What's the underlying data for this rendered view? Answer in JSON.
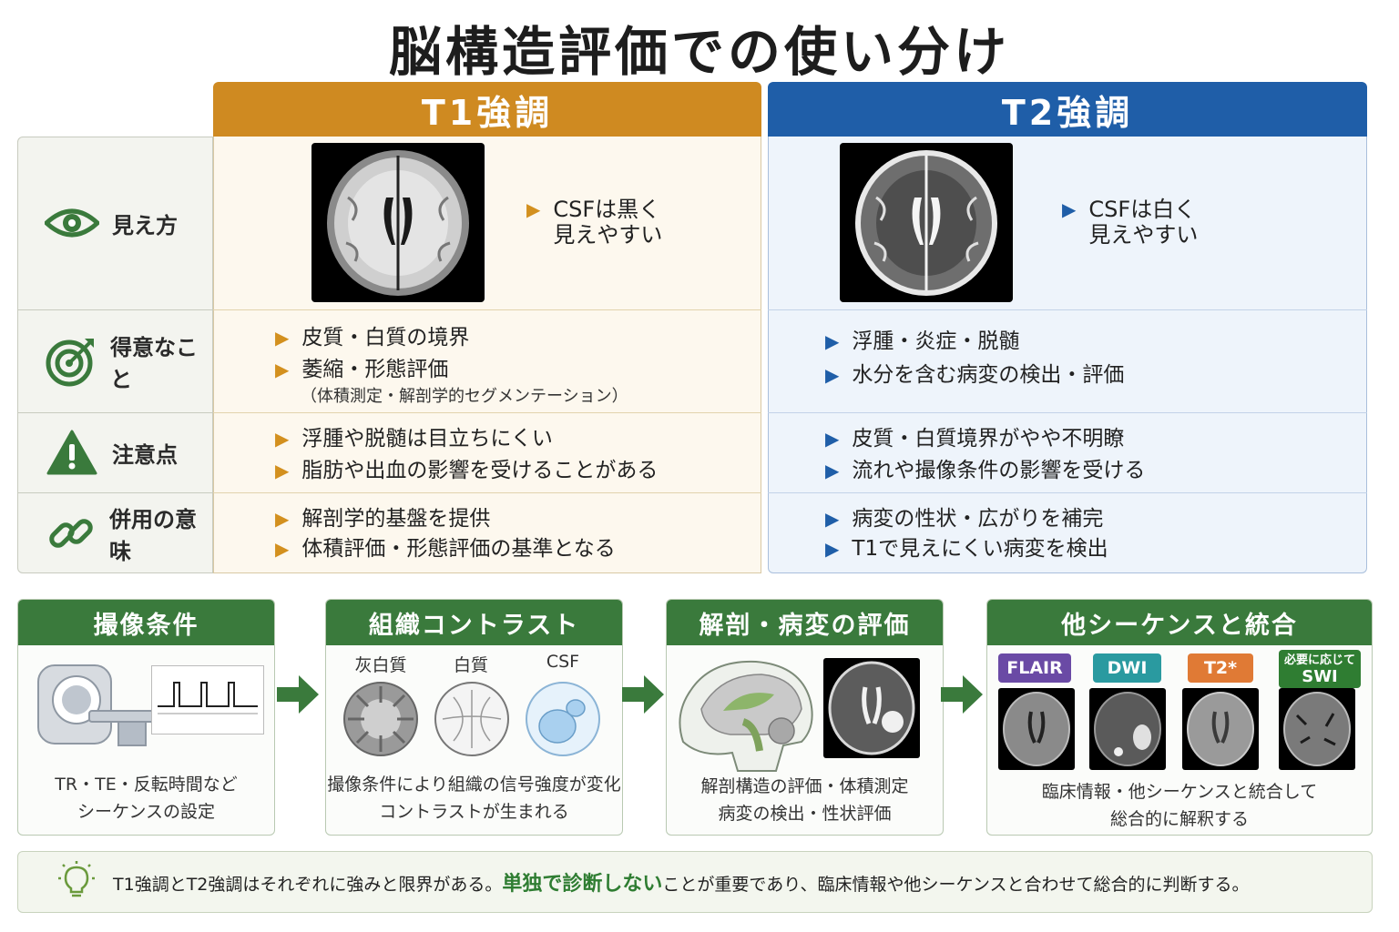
{
  "title": "脳構造評価での使い分け",
  "columns": {
    "t1": "T1強調",
    "t2": "T2強調"
  },
  "rows": {
    "appearance": {
      "label": "見え方",
      "t1_line1": "CSFは黒く",
      "t1_line2": "見えやすい",
      "t2_line1": "CSFは白く",
      "t2_line2": "見えやすい"
    },
    "strengths": {
      "label": "得意なこと",
      "t1": [
        "皮質・白質の境界",
        "萎縮・形態評価"
      ],
      "t1_sub": "（体積測定・解剖学的セグメンテーション）",
      "t2": [
        "浮腫・炎症・脱髄",
        "水分を含む病変の検出・評価"
      ]
    },
    "cautions": {
      "label": "注意点",
      "t1": [
        "浮腫や脱髄は目立ちにくい",
        "脂肪や出血の影響を受けることがある"
      ],
      "t2": [
        "皮質・白質境界がやや不明瞭",
        "流れや撮像条件の影響を受ける"
      ]
    },
    "combined": {
      "label": "併用の意味",
      "t1": [
        "解剖学的基盤を提供",
        "体積評価・形態評価の基準となる"
      ],
      "t2": [
        "病変の性状・広がりを補完",
        "T1で見えにくい病変を検出"
      ]
    }
  },
  "process": {
    "step1": {
      "title": "撮像条件",
      "cap1": "TR・TE・反転時間など",
      "cap2": "シーケンスの設定"
    },
    "step2": {
      "title": "組織コントラスト",
      "labels": [
        "灰白質",
        "白質",
        "CSF"
      ],
      "cap1": "撮像条件により組織の信号強度が変化",
      "cap2": "コントラストが生まれる"
    },
    "step3": {
      "title": "解剖・病変の評価",
      "cap1": "解剖構造の評価・体積測定",
      "cap2": "病変の検出・性状評価"
    },
    "step4": {
      "title": "他シーケンスと統合",
      "badges": [
        "FLAIR",
        "DWI",
        "T2*",
        "必要に応じて",
        "SWI"
      ],
      "cap1": "臨床情報・他シーケンスと統合して",
      "cap2": "総合的に解釈する"
    }
  },
  "note": {
    "pre": "T1強調とT2強調はそれぞれに強みと限界がある。",
    "highlight": "単独で診断しない",
    "post": "ことが重要であり、臨床情報や他シーケンスと合わせて総合的に判断する。"
  },
  "colors": {
    "t1": "#cf8a21",
    "t2": "#1f5ea8",
    "green": "#3a7a3c",
    "flair": "#6a4aa5",
    "dwi": "#2a9aa0",
    "t2star": "#e07a35",
    "swi": "#2f7d32"
  },
  "icons": [
    "eye-icon",
    "target-icon",
    "warning-icon",
    "link-icon",
    "lightbulb-icon",
    "mri-scanner-icon",
    "brain-sagittal-icon"
  ]
}
